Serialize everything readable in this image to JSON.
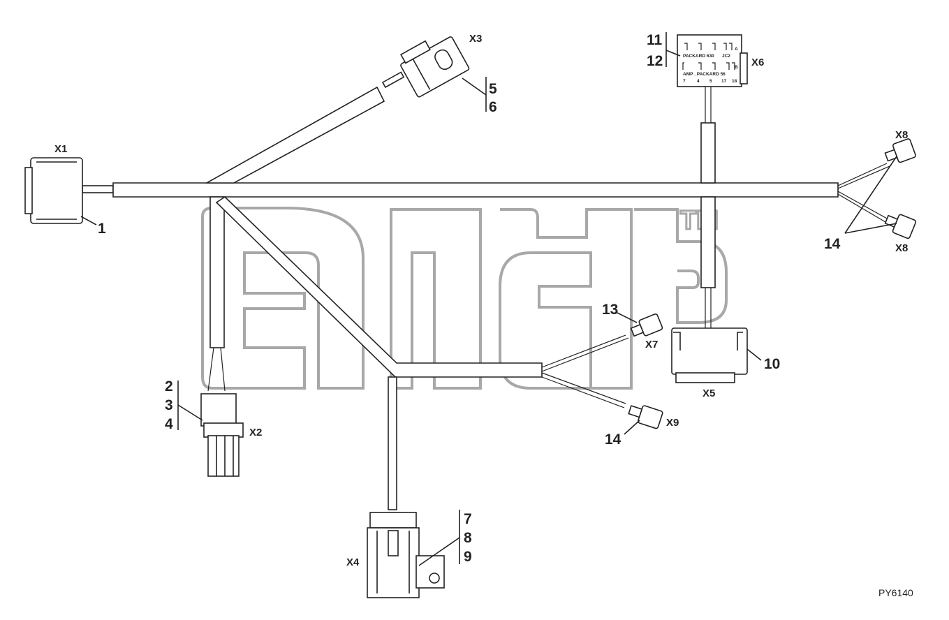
{
  "connectors": {
    "x1": "X1",
    "x2": "X2",
    "x3": "X3",
    "x4": "X4",
    "x5": "X5",
    "x6": "X6",
    "x7": "X7",
    "x8_top": "X8",
    "x8_bottom": "X8",
    "x9": "X9"
  },
  "callouts": {
    "c1": "1",
    "c2": "2",
    "c3": "3",
    "c4": "4",
    "c5": "5",
    "c6": "6",
    "c7": "7",
    "c8": "8",
    "c9": "9",
    "c10": "10",
    "c11": "11",
    "c12": "12",
    "c13": "13",
    "c14_right": "14",
    "c14_bottom": "14"
  },
  "x6_face": {
    "row1_label": "PACKARD 630",
    "row1_code": "JC2",
    "row1_letter": "A",
    "row2_label": "AMP . PACKARD 56",
    "row2_letter": "B",
    "pins": [
      "7",
      "4",
      "5",
      "17",
      "18"
    ]
  },
  "watermark": {
    "trademark": "TM"
  },
  "reference_code": "PY6140",
  "colors": {
    "line": "#222222",
    "watermark": "#a8a8a8",
    "background": "#ffffff"
  }
}
